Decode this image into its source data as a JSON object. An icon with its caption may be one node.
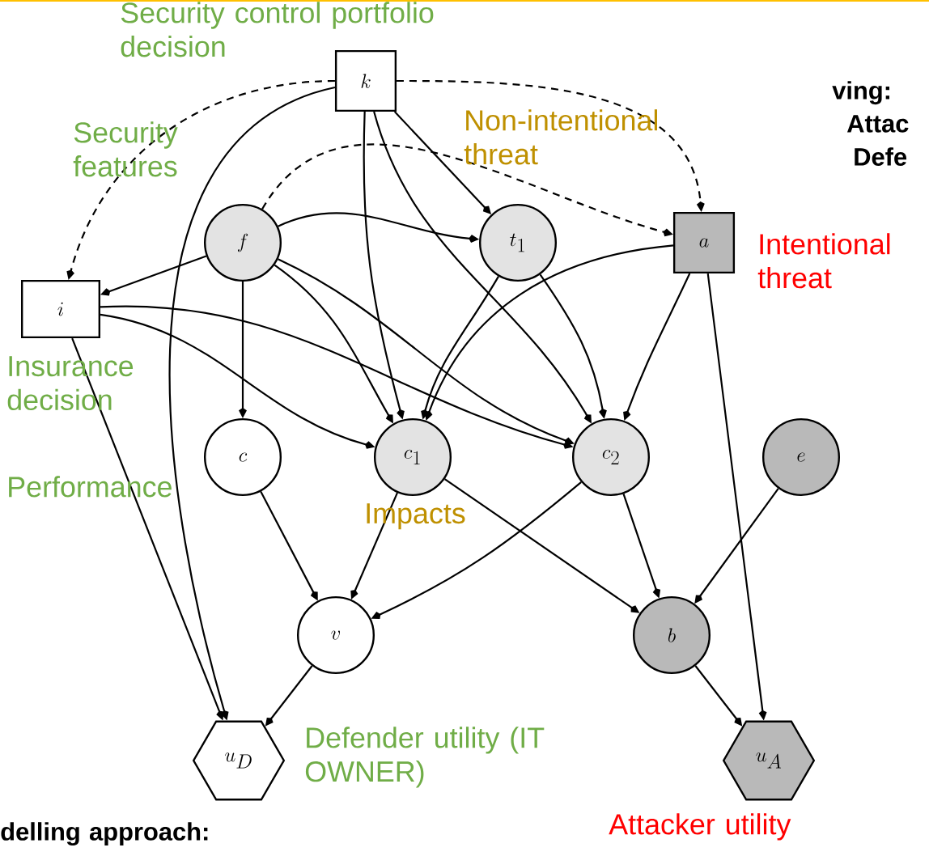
{
  "diagram": {
    "nodes": [
      {
        "text": [
          "k"
        ],
        "beside": [
          "Security control portfolio decision"
        ]
      },
      {
        "text": [
          "f"
        ],
        "beside": [
          "Security features"
        ]
      },
      {
        "text": [
          "t_1"
        ],
        "beside": [
          "Non-intentional threat"
        ]
      },
      {
        "text": [
          "a"
        ],
        "beside": [
          "Intentional threat"
        ]
      },
      {
        "text": [
          "i"
        ],
        "beside": [
          "Insurance decision"
        ]
      },
      {
        "text": [
          "c"
        ],
        "beside": [
          "Performance"
        ]
      },
      {
        "text": [
          "c_1"
        ],
        "beside": [
          "Impacts"
        ]
      },
      {
        "text": [
          "c_2"
        ]
      },
      {
        "text": [
          "e"
        ]
      },
      {
        "text": [
          "v"
        ]
      },
      {
        "text": [
          "b"
        ]
      },
      {
        "text": [
          "u_D"
        ],
        "beside": [
          "Defender utility (IT OWNER)"
        ]
      },
      {
        "text": [
          "u_A"
        ],
        "beside": [
          "Attacker utility"
        ]
      }
    ],
    "edges": [
      {
        "from": 0,
        "to": 4,
        "arrow": "to",
        "style": "dashed"
      },
      {
        "from": 0,
        "to": 3,
        "arrow": "to",
        "style": "dashed"
      },
      {
        "from": 1,
        "to": 3,
        "arrow": "to",
        "style": "dashed"
      },
      {
        "from": 0,
        "to": 2,
        "arrow": "to"
      },
      {
        "from": 0,
        "to": 6,
        "arrow": "to"
      },
      {
        "from": 0,
        "to": 7,
        "arrow": "to"
      },
      {
        "from": 0,
        "to": 11,
        "arrow": "to"
      },
      {
        "from": 1,
        "to": 4,
        "arrow": "to"
      },
      {
        "from": 1,
        "to": 2,
        "arrow": "to"
      },
      {
        "from": 1,
        "to": 5,
        "arrow": "to"
      },
      {
        "from": 1,
        "to": 6,
        "arrow": "to"
      },
      {
        "from": 1,
        "to": 7,
        "arrow": "to"
      },
      {
        "from": 2,
        "to": 6,
        "arrow": "to"
      },
      {
        "from": 2,
        "to": 7,
        "arrow": "to"
      },
      {
        "from": 3,
        "to": 6,
        "arrow": "to"
      },
      {
        "from": 3,
        "to": 7,
        "arrow": "to"
      },
      {
        "from": 3,
        "to": 12,
        "arrow": "to"
      },
      {
        "from": 4,
        "to": 6,
        "arrow": "to"
      },
      {
        "from": 4,
        "to": 7,
        "arrow": "to"
      },
      {
        "from": 4,
        "to": 11,
        "arrow": "to"
      },
      {
        "from": 5,
        "to": 9,
        "arrow": "to"
      },
      {
        "from": 6,
        "to": 9,
        "arrow": "to"
      },
      {
        "from": 6,
        "to": 10,
        "arrow": "to"
      },
      {
        "from": 7,
        "to": 9,
        "arrow": "to"
      },
      {
        "from": 7,
        "to": 10,
        "arrow": "to"
      },
      {
        "from": 8,
        "to": 10,
        "arrow": "to"
      },
      {
        "from": 9,
        "to": 11,
        "arrow": "to"
      },
      {
        "from": 10,
        "to": 12,
        "arrow": "to"
      }
    ],
    "labels": [
      "ving:",
      "Attac",
      "Defe",
      "delling approach:"
    ]
  }
}
